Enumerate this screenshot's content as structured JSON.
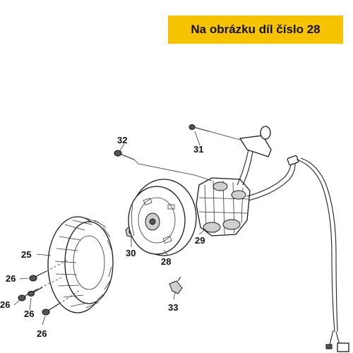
{
  "banner": {
    "text": "Na obrázku díl číslo 28",
    "color": "#f5c300"
  },
  "callouts": [
    "25",
    "26",
    "26",
    "26",
    "26",
    "28",
    "29",
    "30",
    "31",
    "32",
    "33"
  ]
}
